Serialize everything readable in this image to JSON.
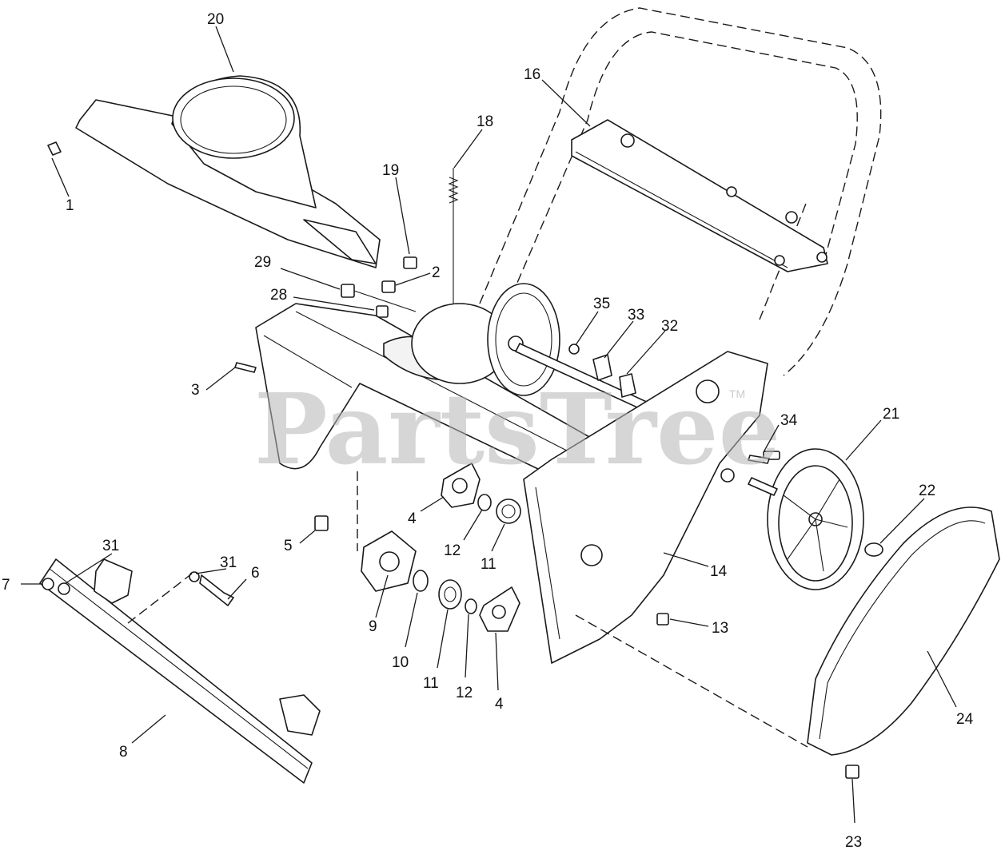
{
  "watermark": {
    "text": "PartsTree",
    "trademark": "TM"
  },
  "callouts": {
    "c1": "1",
    "c2": "2",
    "c3": "3",
    "c4a": "4",
    "c4b": "4",
    "c5": "5",
    "c6": "6",
    "c7": "7",
    "c8": "8",
    "c9": "9",
    "c10": "10",
    "c11a": "11",
    "c11b": "11",
    "c12a": "12",
    "c12b": "12",
    "c13": "13",
    "c14": "14",
    "c16": "16",
    "c18": "18",
    "c19": "19",
    "c20": "20",
    "c21": "21",
    "c22": "22",
    "c23": "23",
    "c24": "24",
    "c28": "28",
    "c29": "29",
    "c31a": "31",
    "c31b": "31",
    "c32": "32",
    "c33": "33",
    "c34": "34",
    "c35": "35"
  }
}
